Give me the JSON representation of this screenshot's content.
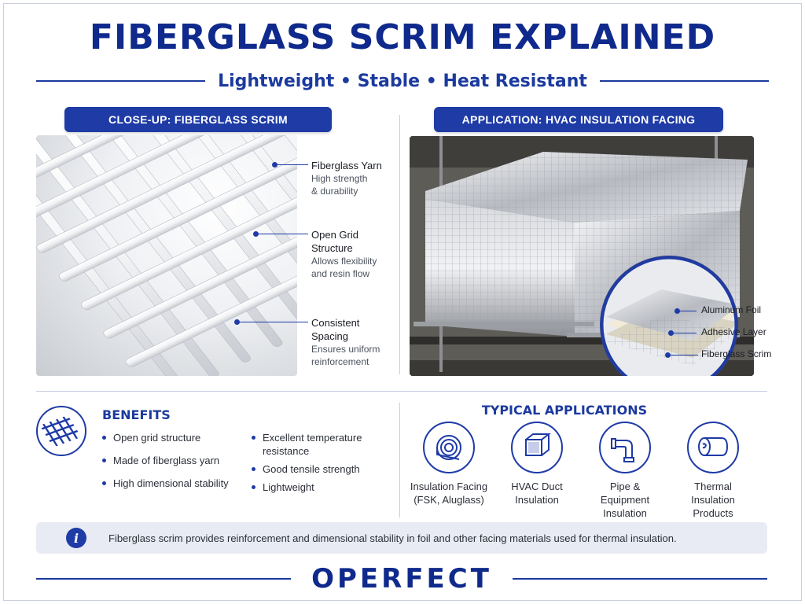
{
  "header": {
    "title": "FIBERGLASS SCRIM EXPLAINED",
    "subtitle": "Lightweight • Stable • Heat Resistant"
  },
  "closeup": {
    "label": "CLOSE-UP: FIBERGLASS SCRIM",
    "callouts": [
      {
        "title": "Fiberglass Yarn",
        "desc": "High strength\n& durability"
      },
      {
        "title": "Open Grid\nStructure",
        "desc": "Allows flexibility\nand resin flow"
      },
      {
        "title": "Consistent\nSpacing",
        "desc": "Ensures uniform\nreinforcement"
      }
    ]
  },
  "application": {
    "label": "APPLICATION: HVAC INSULATION FACING",
    "layers": [
      "Aluminum Foil",
      "Adhesive Layer",
      "Fiberglass Scrim"
    ]
  },
  "benefits": {
    "heading": "BENEFITS",
    "icon": "scrim-mesh-icon",
    "col1": [
      "Open grid structure",
      "Made of fiberglass yarn",
      "High dimensional stability"
    ],
    "col2": [
      "Excellent temperature\nresistance",
      "Good tensile strength",
      "Lightweight"
    ]
  },
  "typical_applications": {
    "heading": "TYPICAL APPLICATIONS",
    "items": [
      {
        "icon": "foil-roll-icon",
        "label": "Insulation Facing\n(FSK, Aluglass)"
      },
      {
        "icon": "hvac-duct-icon",
        "label": "HVAC Duct\nInsulation"
      },
      {
        "icon": "pipe-elbow-icon",
        "label": "Pipe &\nEquipment\nInsulation"
      },
      {
        "icon": "insulation-roll-icon",
        "label": "Thermal\nInsulation\nProducts"
      }
    ]
  },
  "info": {
    "icon": "info-icon",
    "symbol": "i",
    "text": "Fiberglass scrim provides reinforcement and dimensional stability in foil and other facing materials used for thermal insulation."
  },
  "brand": "OPERFECT",
  "colors": {
    "primary": "#1e3ba6",
    "title": "#0f2a8c",
    "info_bg": "#e8ebf3"
  }
}
